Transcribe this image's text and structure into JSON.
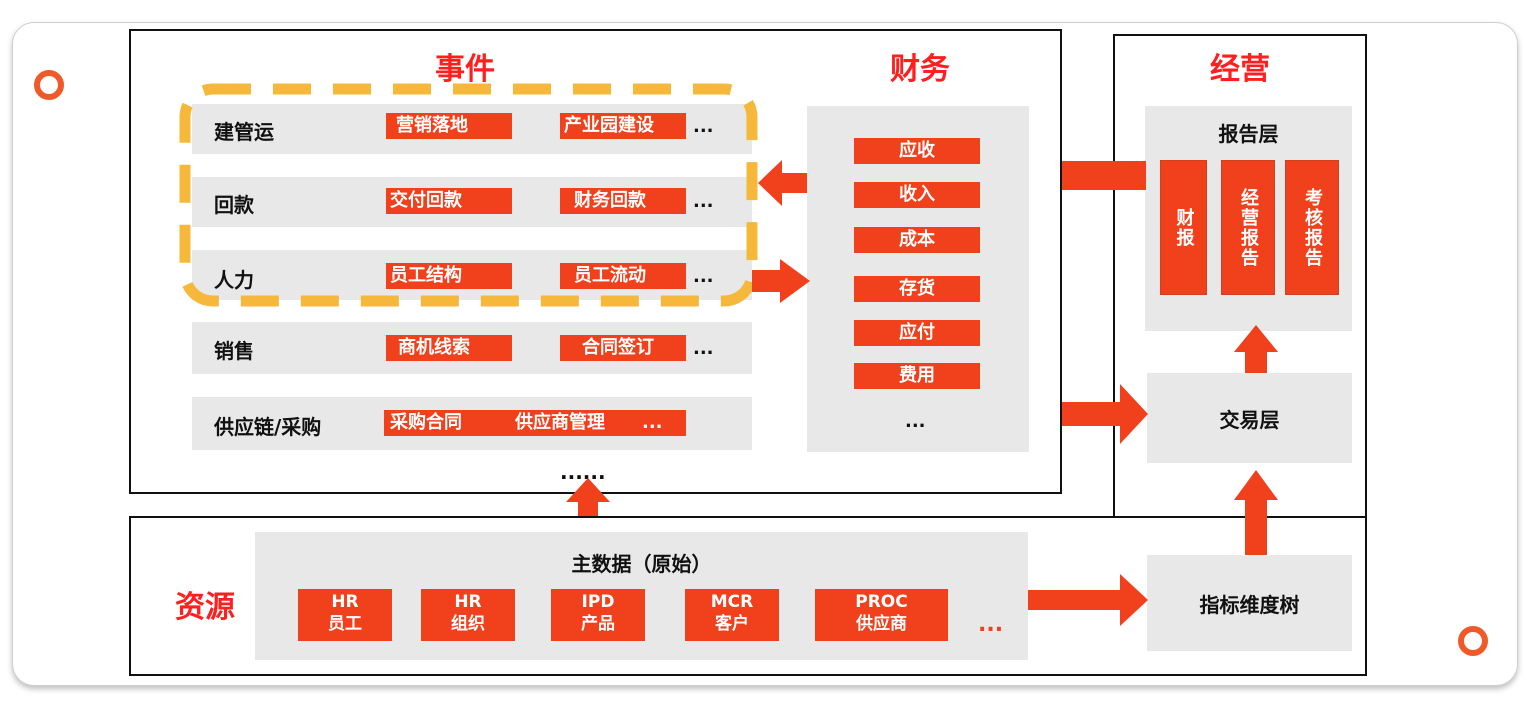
{
  "sections": {
    "events_title": "事件",
    "finance_title": "财务",
    "operations_title": "经营",
    "resources_title": "资源"
  },
  "event_rows": [
    {
      "label": "建管运",
      "tags": [
        "营销落地",
        "产业园建设"
      ],
      "more": "..."
    },
    {
      "label": "回款",
      "tags": [
        "交付回款",
        "财务回款"
      ],
      "more": "..."
    },
    {
      "label": "人力",
      "tags": [
        "员工结构",
        "员工流动"
      ],
      "more": "..."
    },
    {
      "label": "销售",
      "tags": [
        "商机线索",
        "合同签订"
      ],
      "more": "..."
    },
    {
      "label": "供应链/采购",
      "tags": [
        "采购合同",
        "供应商管理"
      ],
      "more": "..."
    }
  ],
  "events_more": "......",
  "finance_items": [
    "应收",
    "收入",
    "成本",
    "存货",
    "应付",
    "费用"
  ],
  "finance_more": "...",
  "operations": {
    "report_layer": "报告层",
    "reports": [
      "财报",
      "经营报告",
      "考核报告"
    ],
    "transaction_layer": "交易层"
  },
  "master_data": {
    "title": "主数据（原始）",
    "items": [
      {
        "line1": "HR",
        "line2": "员工"
      },
      {
        "line1": "HR",
        "line2": "组织"
      },
      {
        "line1": "IPD",
        "line2": "产品"
      },
      {
        "line1": "MCR",
        "line2": "客户"
      },
      {
        "line1": "PROC",
        "line2": "供应商"
      }
    ],
    "more": "..."
  },
  "indicator_tree": "指标维度树",
  "colors": {
    "accent": "#f0401c",
    "title_red": "#ff1f1f",
    "highlight_dash": "#f5b83a",
    "panel_gray": "#e8e8e8"
  }
}
